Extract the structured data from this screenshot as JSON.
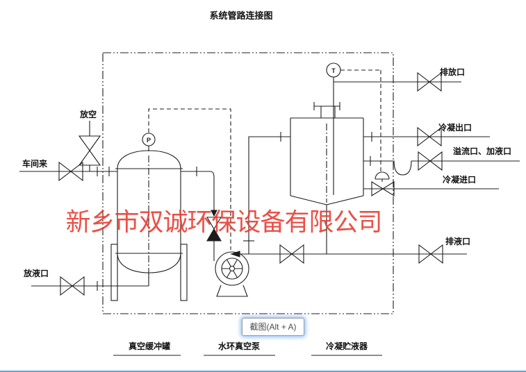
{
  "window": {
    "tooltip_text": "截图(Alt + A)"
  },
  "diagram": {
    "title": "系统管路连接图",
    "watermark": "新乡市双诚环保设备有限公司",
    "gauges": {
      "pressure": "P",
      "temperature": "T"
    },
    "ports": {
      "vent": "放空",
      "from_workshop": "车间来",
      "liquid_drain": "放液口",
      "discharge": "排放口",
      "condensate_outlet": "冷凝出口",
      "overflow_fill": "溢流口、加液口",
      "condensate_inlet": "冷凝进口",
      "waste_drain": "排液口"
    },
    "equipment": {
      "vacuum_buffer_tank": "真空缓冲罐",
      "water_ring_vacuum_pump": "水环真空泵",
      "condensate_receiver": "冷凝贮液器"
    },
    "colors": {
      "line": "#1c1c1c",
      "watermark_red": "#e8392e",
      "selection_blue": "#58a6e8",
      "tooltip_border": "#9b9b9b"
    }
  }
}
